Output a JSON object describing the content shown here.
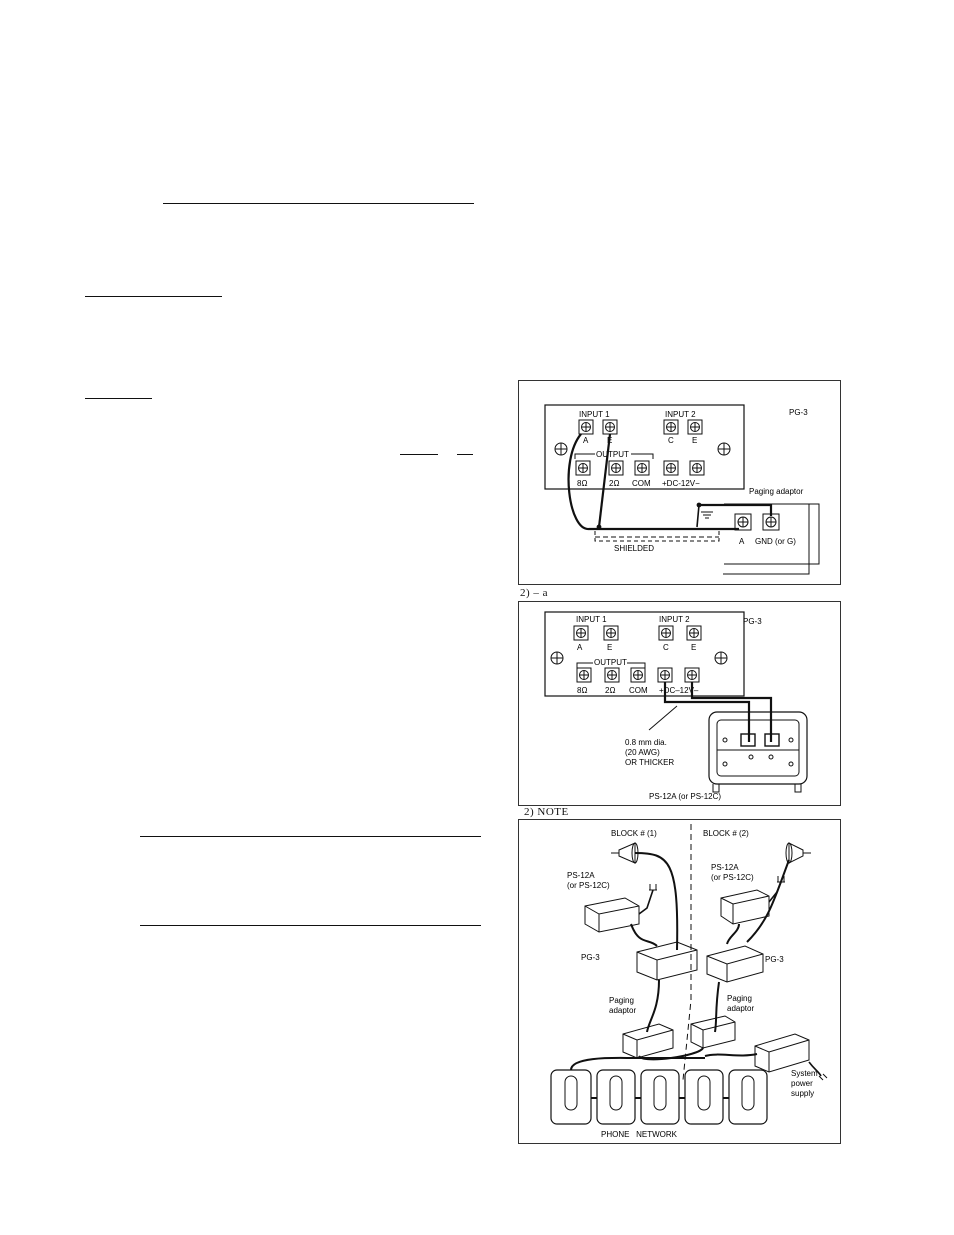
{
  "fig1": {
    "pg3": "PG-3",
    "input1": "INPUT 1",
    "input2": "INPUT 2",
    "a": "A",
    "e1": "E",
    "c": "C",
    "e2": "E",
    "output": "OUTPUT",
    "ohm8": "8Ω",
    "ohm2": "2Ω",
    "com": "COM",
    "dc": "+DC-12V−",
    "paging_adaptor": "Paging adaptor",
    "term_a": "A",
    "gnd": "GND (or G)",
    "shielded": "SHIELDED"
  },
  "caption1": "2) – a",
  "fig2": {
    "pg3": "PG-3",
    "input1": "INPUT 1",
    "input2": "INPUT 2",
    "a": "A",
    "e1": "E",
    "c": "C",
    "e2": "E",
    "output": "OUTPUT",
    "ohm8": "8Ω",
    "ohm2": "2Ω",
    "com": "COM",
    "dc": "+DC–12V–",
    "wire1": "0.8 mm dia.",
    "wire2": "(20 AWG)",
    "wire3": "OR THICKER",
    "psu": "PS-12A (or PS-12C)"
  },
  "caption2": "2) NOTE",
  "fig3": {
    "block1": "BLOCK # (1)",
    "block2": "BLOCK # (2)",
    "ps_left1": "PS-12A",
    "ps_left2": "(or PS-12C)",
    "ps_right1": "PS-12A",
    "ps_right2": "(or PS-12C)",
    "pg3_left": "PG-3",
    "pg3_right": "PG-3",
    "pa_left1": "Paging",
    "pa_left2": "adaptor",
    "pa_right1": "Paging",
    "pa_right2": "adaptor",
    "sys1": "System",
    "sys2": "power",
    "sys3": "supply",
    "phone_network": "PHONE   NETWORK"
  }
}
